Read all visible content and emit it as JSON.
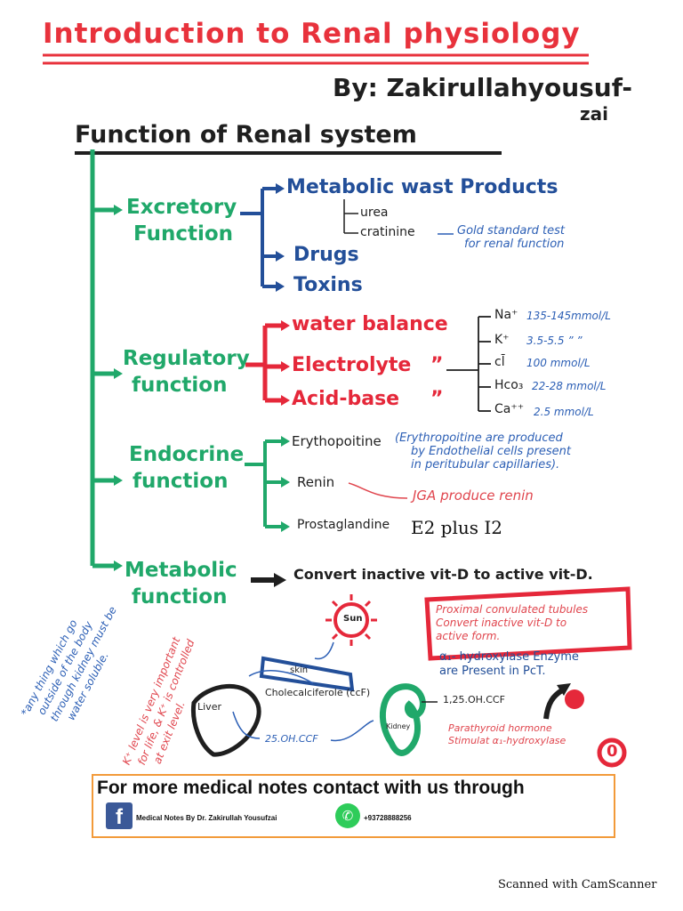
{
  "title": "Introduction to Renal physiology",
  "author_line1": "By: Zakirullahyousuf-",
  "author_line2": "zai",
  "heading": "Function of Renal system",
  "excretory": {
    "label_l1": "Excretory",
    "label_l2": "Function",
    "metabolic_waste": "Metabolic wast Products",
    "urea": "urea",
    "creatinine": "cratinine",
    "gold_l1": "Gold standard test",
    "gold_l2": "for renal function",
    "drugs": "Drugs",
    "toxins": "Toxins"
  },
  "regulatory": {
    "label_l1": "Regulatory",
    "label_l2": "function",
    "water": "water balance",
    "electrolyte": "Electrolyte",
    "acid_base": "Acid-base",
    "quote_marks": "”",
    "ions": [
      {
        "ion": "Na⁺",
        "value": "135-145mmol/L"
      },
      {
        "ion": "K⁺",
        "value": "3.5-5.5 ” ”"
      },
      {
        "ion": "cl̄",
        "value": "100 mmol/L"
      },
      {
        "ion": "Hco₃",
        "value": "22-28 mmol/L"
      },
      {
        "ion": "Ca⁺⁺",
        "value": "2.5 mmol/L"
      }
    ]
  },
  "endocrine": {
    "label_l1": "Endocrine",
    "label_l2": "function",
    "erythropoietin": "Erythopoitine",
    "ery_note_l1": "(Erythropoitine are produced",
    "ery_note_l2": "by Endothelial cells present",
    "ery_note_l3": "in peritubular capillaries).",
    "renin": "Renin",
    "renin_note": "JGA produce renin",
    "prostaglandin": "Prostaglandine",
    "prostaglandin_typed": "E2 plus I2"
  },
  "metabolic": {
    "label_l1": "Metabolic",
    "label_l2": "function",
    "text": "Convert inactive vit-D to active vit-D."
  },
  "vitd_diagram": {
    "sun": "Sun",
    "skin": "skin",
    "cholecalciferol": "Cholecalciferole (ccF)",
    "liver": "Liver",
    "oh25": "25.OH.CCF",
    "kidney": "Kidney",
    "oh125": "1,25.OH.CCF",
    "pct_l1": "Proximal convulated tubules",
    "pct_l2": "Convert inactive vit-D to",
    "pct_l3": "active form.",
    "enzyme_l1": "α₁- hydroxylase Enzyme",
    "enzyme_l2": "are Present in PcT.",
    "pth_l1": "Parathyroid hormone",
    "pth_l2": "Stimulat α₁-hydroxylase",
    "page_mark": "0"
  },
  "side_note_blue": {
    "l1": "*any thing which go",
    "l2": "outside of the body",
    "l3": "through kidney must be",
    "l4": "water soluble."
  },
  "side_note_red": {
    "l1": "K⁺ level is very important",
    "l2": "for life, & K⁺ is controlled",
    "l3": "at exit level."
  },
  "footer": {
    "title": "For more medical notes contact with us through",
    "fb_icon": "f",
    "fb_text": "Medical Notes By  Dr. Zakirullah Yousufzai",
    "wa_icon": "✆",
    "phone": "+93728888256"
  },
  "scanner": "Scanned with CamScanner",
  "colors": {
    "title_red": "#e8323c",
    "green": "#20a86a",
    "blue": "#234f99",
    "red": "#e5283a",
    "footer_border": "#f29a3a"
  }
}
